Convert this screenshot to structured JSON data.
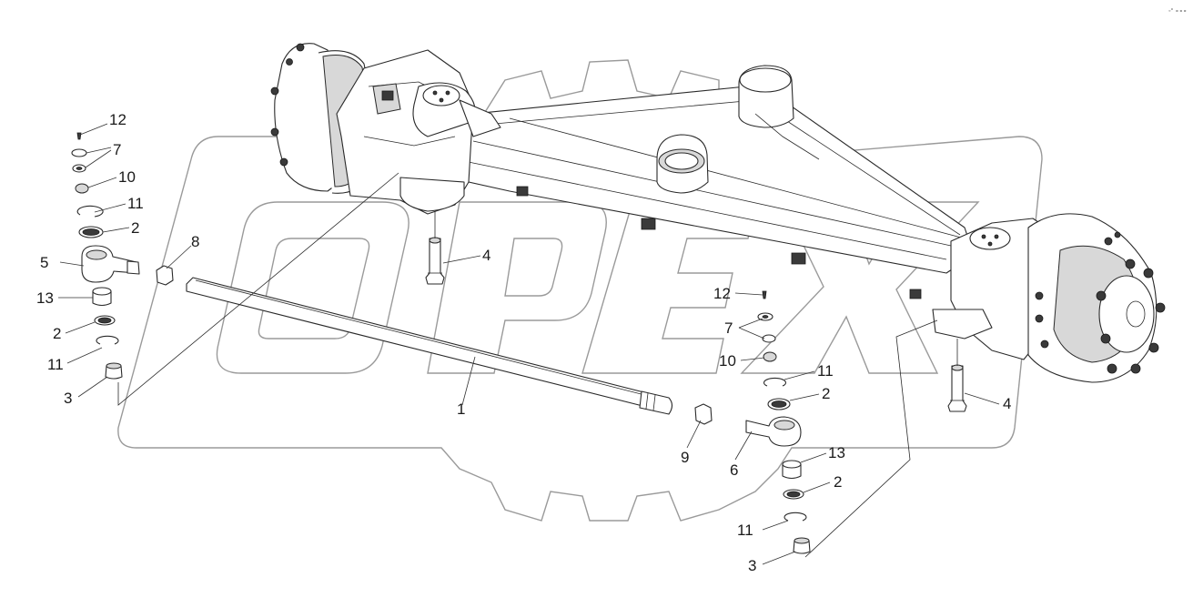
{
  "watermark": {
    "text": "OPEX"
  },
  "corner_mark": "◦° ∘∘∘",
  "callouts": [
    {
      "id": "c-12-left",
      "label": "12"
    },
    {
      "id": "c-7-left",
      "label": "7"
    },
    {
      "id": "c-10-left",
      "label": "10"
    },
    {
      "id": "c-11-left-top",
      "label": "11"
    },
    {
      "id": "c-2-left-top",
      "label": "2"
    },
    {
      "id": "c-8",
      "label": "8"
    },
    {
      "id": "c-5",
      "label": "5"
    },
    {
      "id": "c-13-left",
      "label": "13"
    },
    {
      "id": "c-2-left-bottom",
      "label": "2"
    },
    {
      "id": "c-11-left-bottom",
      "label": "11"
    },
    {
      "id": "c-3-left",
      "label": "3"
    },
    {
      "id": "c-4-left",
      "label": "4"
    },
    {
      "id": "c-1",
      "label": "1"
    },
    {
      "id": "c-12-right",
      "label": "12"
    },
    {
      "id": "c-7-right",
      "label": "7"
    },
    {
      "id": "c-10-right",
      "label": "10"
    },
    {
      "id": "c-11-right-top",
      "label": "11"
    },
    {
      "id": "c-2-right-top",
      "label": "2"
    },
    {
      "id": "c-4-right",
      "label": "4"
    },
    {
      "id": "c-9",
      "label": "9"
    },
    {
      "id": "c-6",
      "label": "6"
    },
    {
      "id": "c-13-right",
      "label": "13"
    },
    {
      "id": "c-2-right-bottom",
      "label": "2"
    },
    {
      "id": "c-11-right-bottom",
      "label": "11"
    },
    {
      "id": "c-3-right",
      "label": "3"
    }
  ]
}
